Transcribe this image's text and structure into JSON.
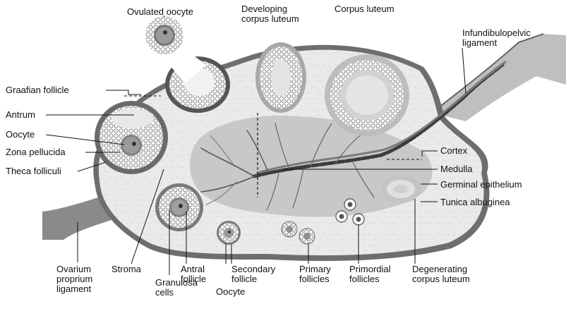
{
  "labels": {
    "ovulated_oocyte": "Ovulated oocyte",
    "developing_corpus_luteum": "Developing\ncorpus luteum",
    "corpus_luteum": "Corpus luteum",
    "infundibulopelvic_ligament": "Infundibulopelvic\nligament",
    "graafian_follicle": "Graafian follicle",
    "antrum": "Antrum",
    "oocyte_left": "Oocyte",
    "zona_pellucida": "Zona pellucida",
    "theca_folliculi": "Theca folliculi",
    "cortex": "Cortex",
    "medulla": "Medulla",
    "germinal_epithelium": "Germinal epithelium",
    "tunica_albuginea": "Tunica albuginea",
    "ovarium_proprium_ligament": "Ovarium\nproprium\nligament",
    "stroma": "Stroma",
    "granulosa_cells": "Granulosa\ncells",
    "antral_follicle": "Antral\nfollicle",
    "oocyte_bottom": "Oocyte",
    "secondary_follicle": "Secondary\nfollicle",
    "primary_follicles": "Primary\nfollicles",
    "primordial_follicles": "Primordial\nfollicles",
    "degenerating_corpus_luteum": "Degenerating\ncorpus luteum"
  },
  "colors": {
    "capsule": "#6e6e6e",
    "ovary_fill": "#eaeaea",
    "medulla_fill": "#c8c8c8",
    "vessel": "#3c3c3c",
    "ligament": "#8a8a8a"
  }
}
